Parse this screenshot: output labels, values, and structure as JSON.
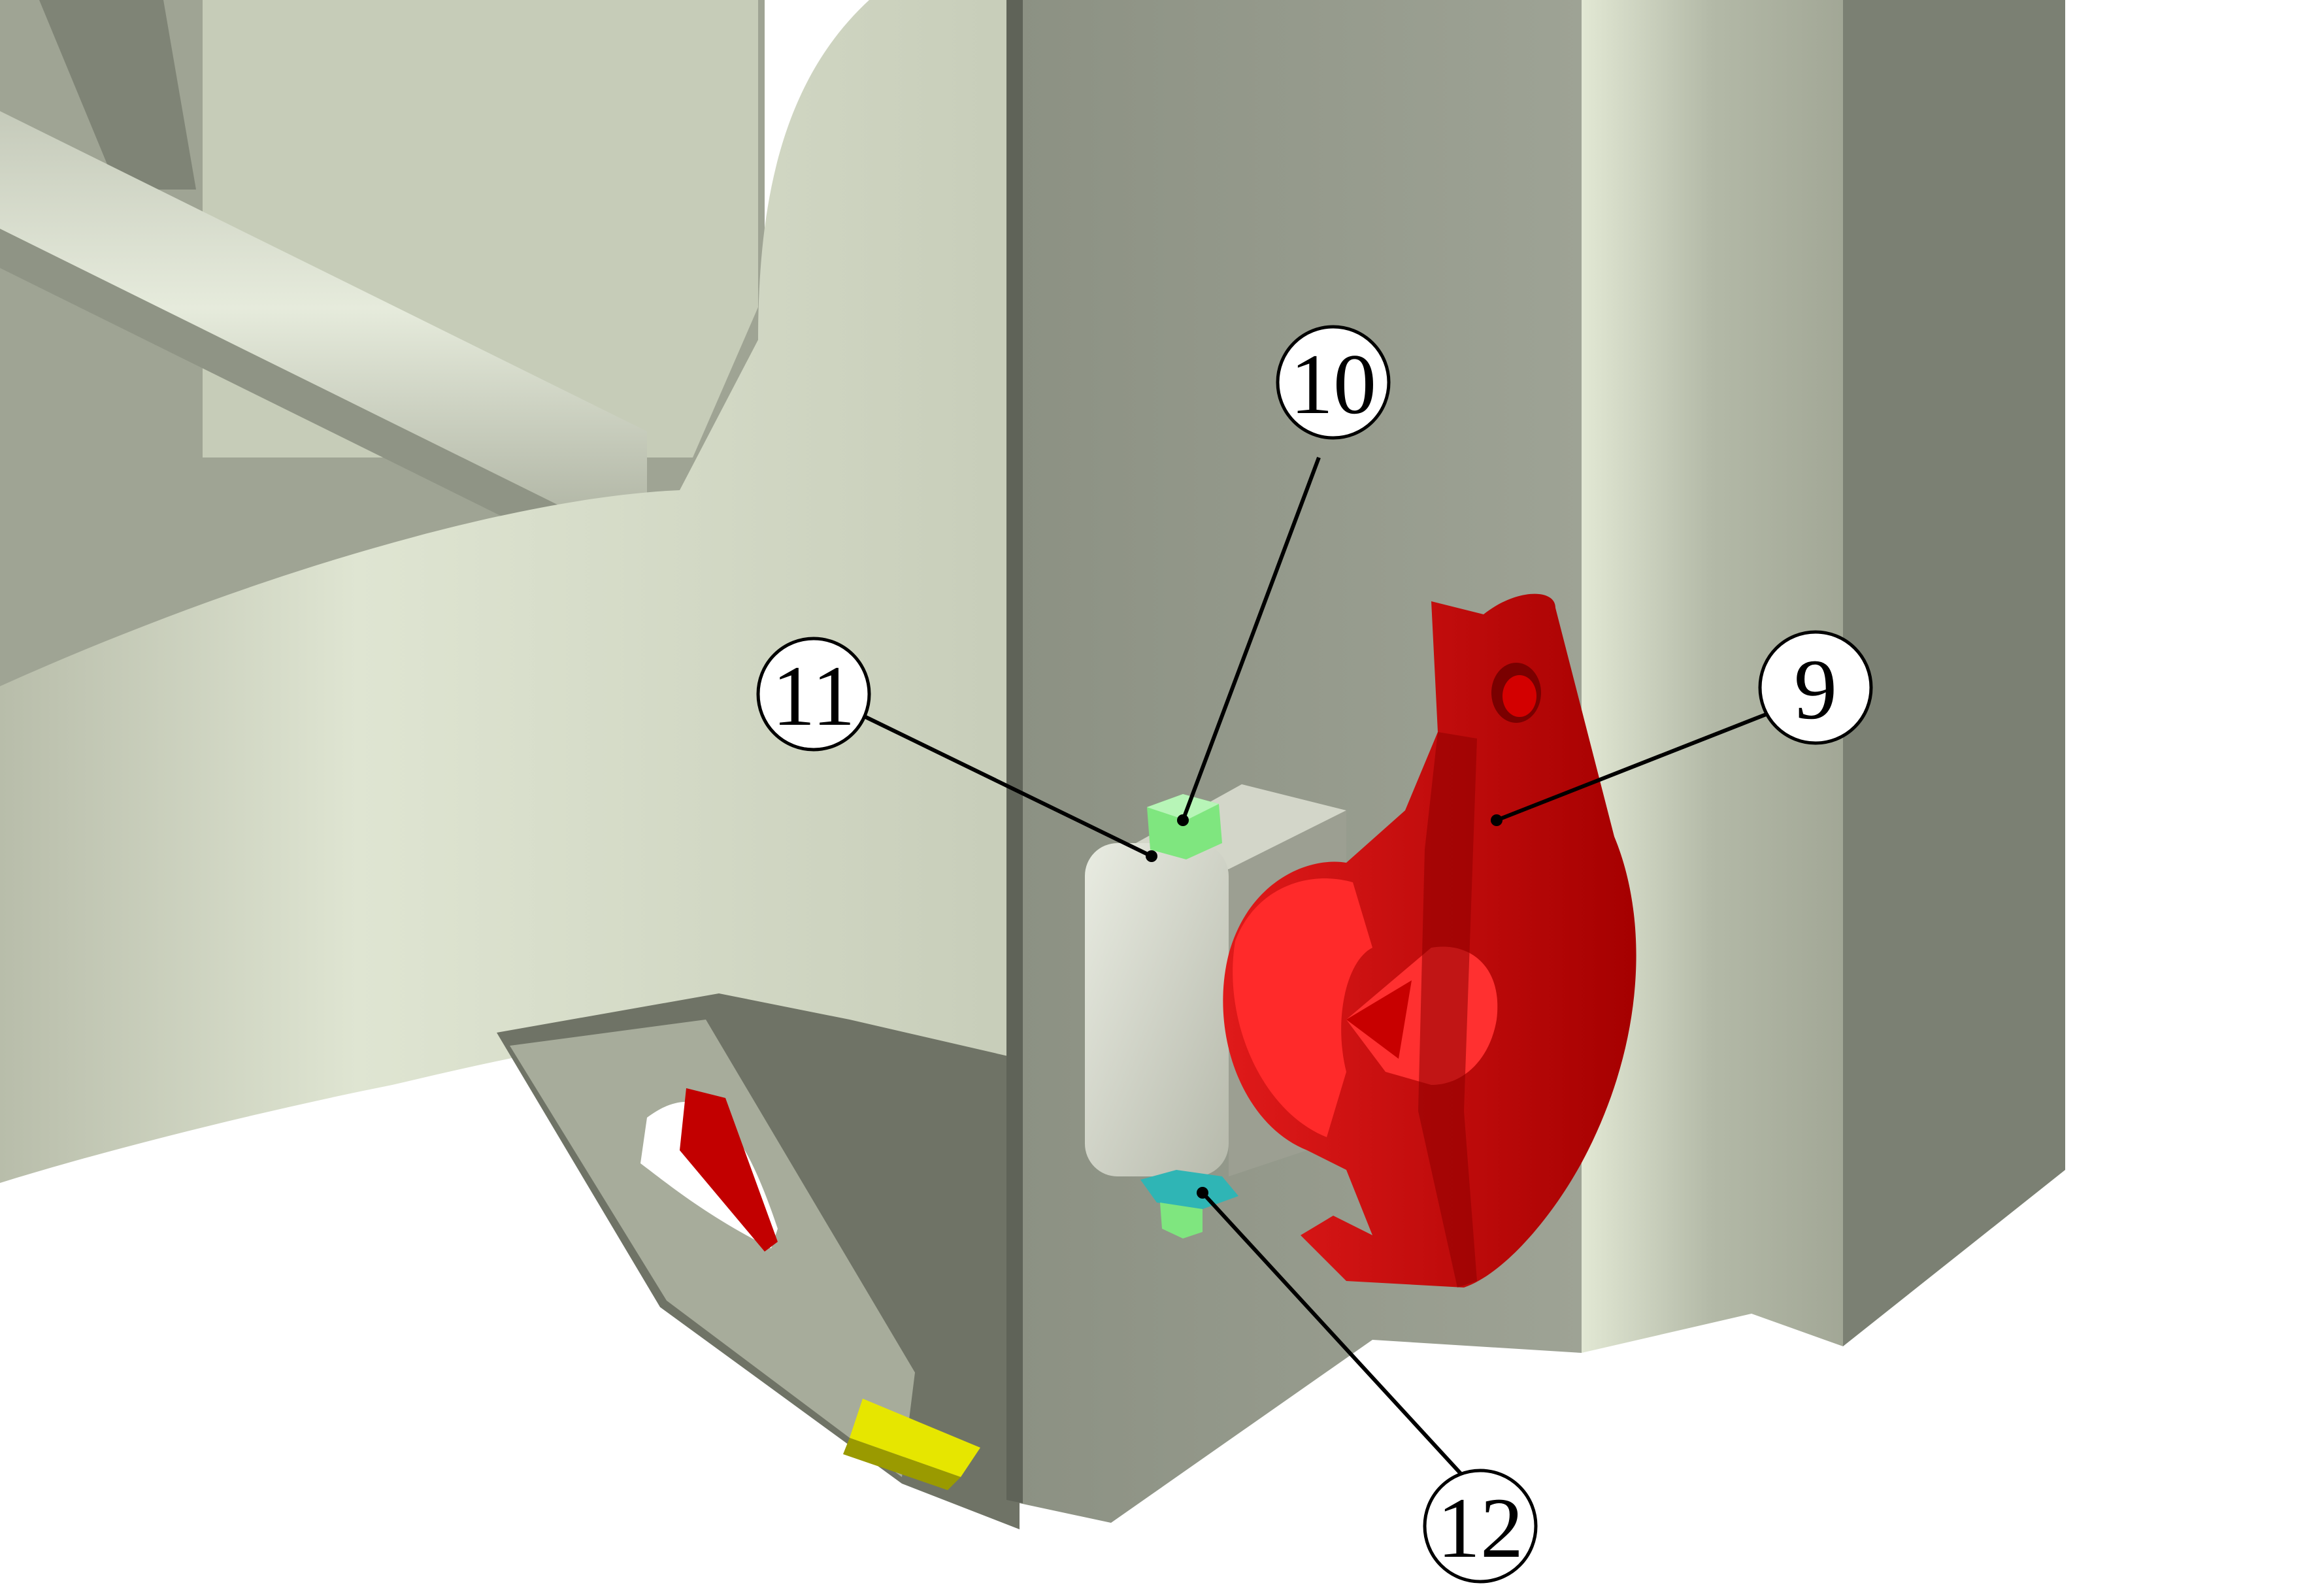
{
  "diagram": {
    "callouts": [
      {
        "id": "c9",
        "label": "9",
        "part": "latch-hook"
      },
      {
        "id": "c10",
        "label": "10",
        "part": "top-bolt"
      },
      {
        "id": "c11",
        "label": "11",
        "part": "mounting-block"
      },
      {
        "id": "c12",
        "label": "12",
        "part": "bottom-nut"
      }
    ],
    "colors": {
      "background": "#ffffff",
      "frame_light": "#d5dcc8",
      "frame_mid": "#a6ac9c",
      "frame_dark": "#7d8274",
      "latch_red": "#d40a0a",
      "latch_dark": "#8e0000",
      "bolt_green": "#7fe67f",
      "nut_teal": "#2fb5b5",
      "wedge_yellow": "#e6e600"
    }
  }
}
